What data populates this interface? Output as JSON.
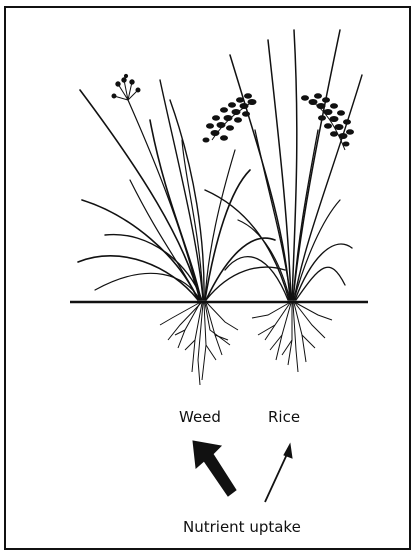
{
  "labels": {
    "weed": "Weed",
    "rice": "Rice",
    "nutrient_uptake": "Nutrient uptake"
  },
  "colors": {
    "ink": "#111111",
    "background": "#ffffff"
  }
}
